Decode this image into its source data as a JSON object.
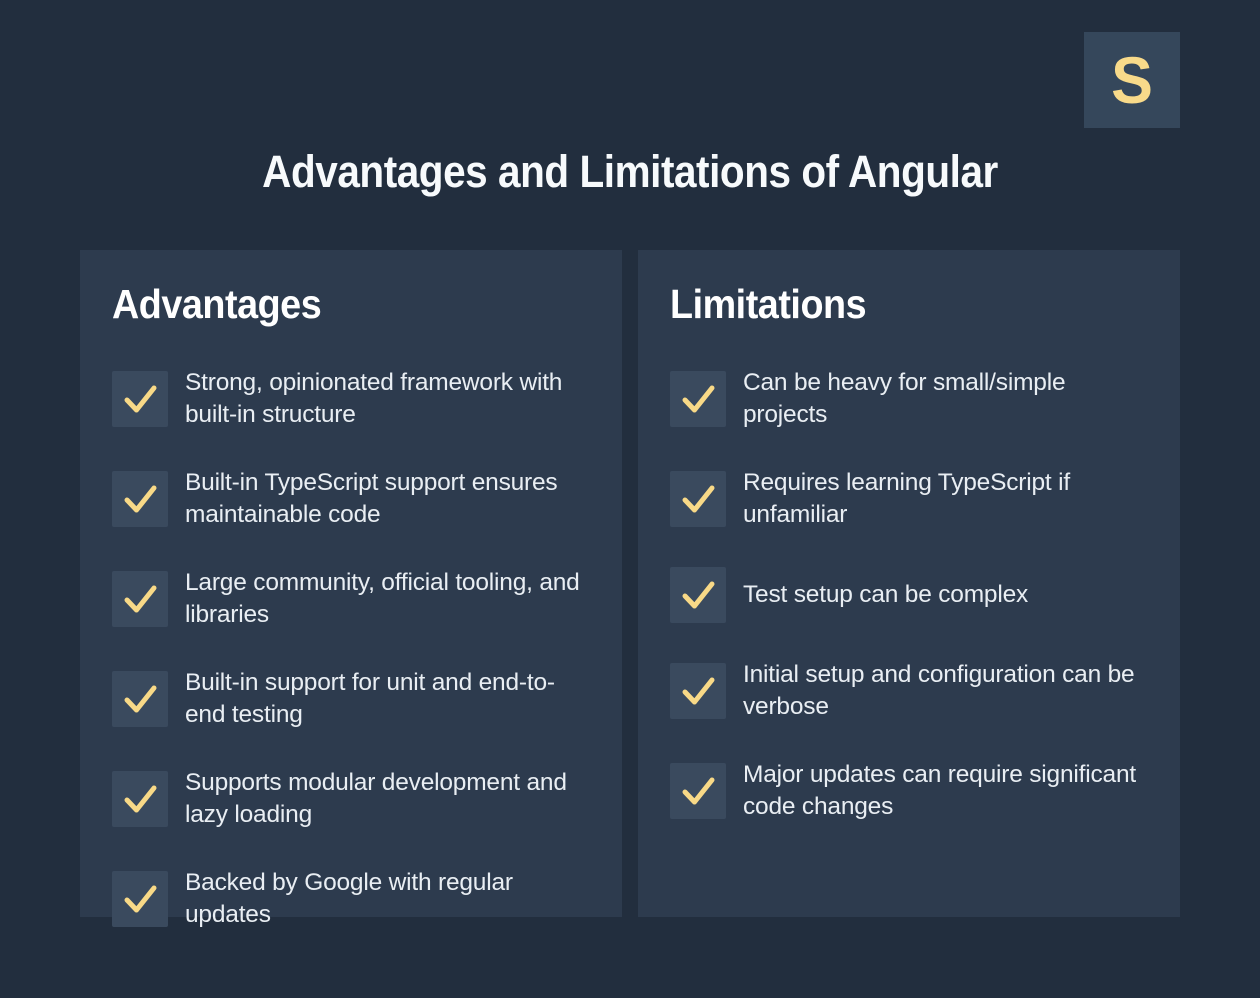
{
  "theme": {
    "page_background": "#222e3e",
    "panel_background": "#2d3b4e",
    "checkbox_background": "#3a4a5e",
    "accent_yellow": "#f8d987",
    "body_text_color": "#e9eef3",
    "heading_color": "#ffffff"
  },
  "logo": {
    "letter": "S"
  },
  "title": "Advantages and Limitations of Angular",
  "panels": [
    {
      "heading": "Advantages",
      "items": [
        "Strong, opinionated framework with\nbuilt-in structure",
        "Built-in TypeScript support ensures\nmaintainable code",
        "Large community, official tooling, and\nlibraries",
        "Built-in support for unit and end-to-\nend testing",
        "Supports modular development and\nlazy loading",
        "Backed by Google with regular\nupdates"
      ]
    },
    {
      "heading": "Limitations",
      "items": [
        "Can be heavy for small/simple\nprojects",
        "Requires learning TypeScript if\nunfamiliar",
        "Test setup can be complex",
        "Initial setup and configuration can be\nverbose",
        "Major updates can require significant\ncode changes"
      ]
    }
  ]
}
